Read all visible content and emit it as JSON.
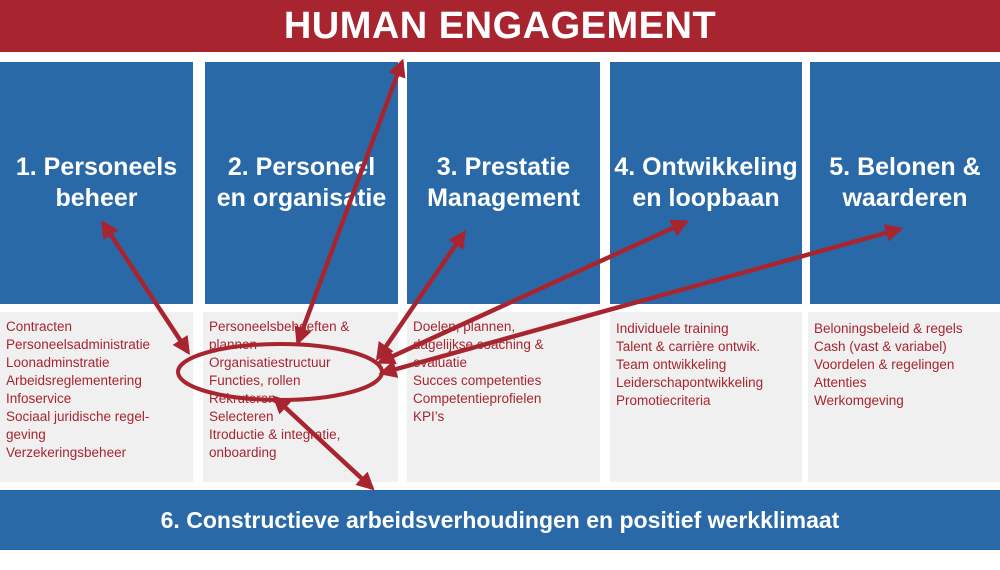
{
  "header": {
    "title": "HUMAN ENGAGEMENT"
  },
  "pillars": [
    {
      "label": "1. Personeels\nbeheer"
    },
    {
      "label": "2. Personeel\nen organisatie"
    },
    {
      "label": "3. Prestatie\nManagement"
    },
    {
      "label": "4. Ontwikkeling\nen loopbaan"
    },
    {
      "label": "5. Belonen &\nwaarderen"
    }
  ],
  "panels": [
    {
      "items": [
        "Contracten",
        "Personeelsadministratie",
        "Loonadminstratie",
        "Arbeidsreglementering",
        "Infoservice",
        "Sociaal juridische regel-",
        "geving",
        "Verzekeringsbeheer"
      ]
    },
    {
      "items": [
        "Personeelsbehoeften &",
        "plannen",
        "Organisatiestructuur",
        "Functies, rollen",
        "Rekruteren",
        "Selecteren",
        "Itroductie & integratie,",
        "onboarding"
      ]
    },
    {
      "items": [
        "Doelen, plannen,",
        "dagelijkse coaching &",
        "evaluatie",
        "Succes competenties",
        "Competentieprofielen",
        "KPI’s"
      ]
    },
    {
      "items": [
        "Individuele training",
        "Talent & carrière ontwik.",
        "Team ontwikkeling",
        "Leiderschapontwikkeling",
        "Promotiecriteria"
      ]
    },
    {
      "items": [
        "Beloningsbeleid & regels",
        "Cash (vast & variabel)",
        "Voordelen & regelingen",
        "Attenties",
        "Werkomgeving"
      ]
    }
  ],
  "footer": {
    "label": "6.  Constructieve arbeidsverhoudingen en positief werkklimaat"
  },
  "colors": {
    "accent": "#a8252f",
    "blue": "#2a69a8",
    "panel": "#f0f0f0"
  }
}
